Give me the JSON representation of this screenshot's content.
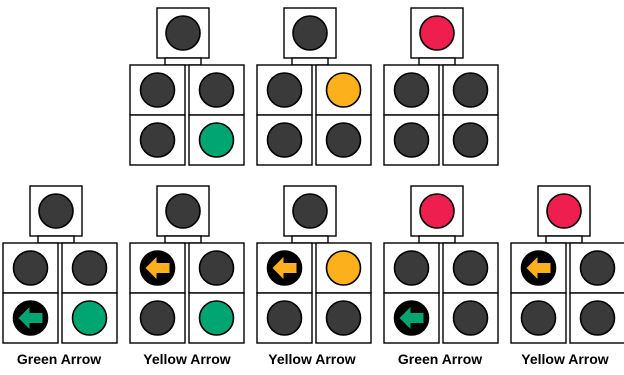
{
  "colors": {
    "off": "#3a3a3a",
    "red": "#ee1f4f",
    "yellow": "#fbb01c",
    "green": "#00a572",
    "arrow_yellow": "#fbb01c",
    "arrow_green": "#00a572",
    "housing": "#ffffff",
    "outline": "#000000"
  },
  "signals": [
    {
      "top": "off",
      "left": [
        "off",
        "off"
      ],
      "right": [
        "off",
        "green"
      ],
      "caption": ""
    },
    {
      "top": "off",
      "left": [
        "off",
        "off"
      ],
      "right": [
        "yellow",
        "off"
      ],
      "caption": ""
    },
    {
      "top": "red",
      "left": [
        "off",
        "off"
      ],
      "right": [
        "off",
        "off"
      ],
      "caption": ""
    },
    {
      "top": "off",
      "left": [
        "off",
        "arrow_green"
      ],
      "right": [
        "off",
        "green"
      ],
      "caption": "Green Arrow"
    },
    {
      "top": "off",
      "left": [
        "arrow_yellow",
        "off"
      ],
      "right": [
        "off",
        "green"
      ],
      "caption": "Yellow Arrow"
    },
    {
      "top": "off",
      "left": [
        "arrow_yellow",
        "off"
      ],
      "right": [
        "yellow",
        "off"
      ],
      "caption": "Yellow Arrow"
    },
    {
      "top": "red",
      "left": [
        "off",
        "arrow_green"
      ],
      "right": [
        "off",
        "off"
      ],
      "caption": "Green Arrow"
    },
    {
      "top": "red",
      "left": [
        "arrow_yellow",
        "off"
      ],
      "right": [
        "off",
        "off"
      ],
      "caption": "Yellow Arrow"
    }
  ]
}
